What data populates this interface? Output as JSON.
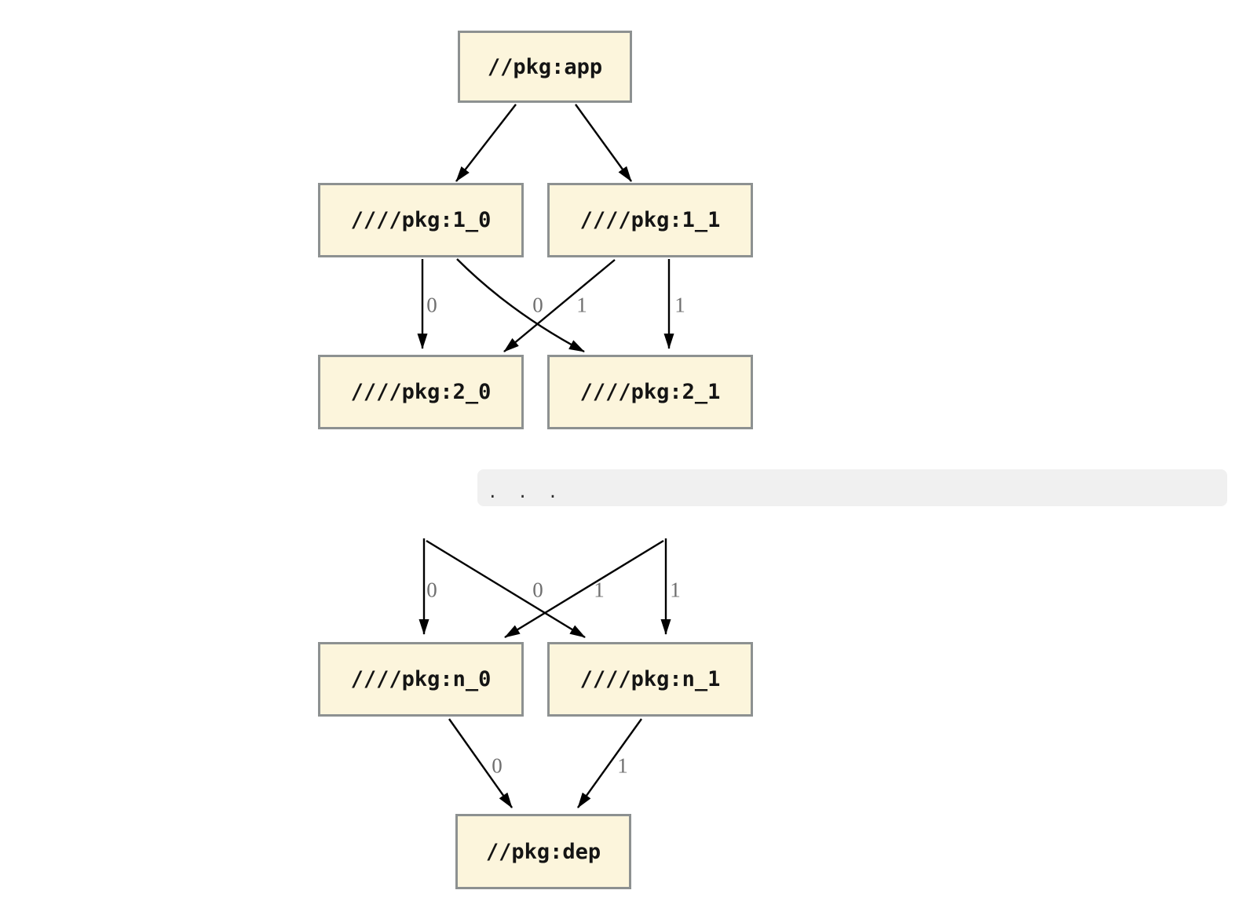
{
  "graph": {
    "nodes": [
      {
        "id": "app",
        "label": "//pkg:app"
      },
      {
        "id": "1_0",
        "label": "////pkg:1_0"
      },
      {
        "id": "1_1",
        "label": "////pkg:1_1"
      },
      {
        "id": "2_0",
        "label": "////pkg:2_0"
      },
      {
        "id": "2_1",
        "label": "////pkg:2_1"
      },
      {
        "id": "n_0",
        "label": "////pkg:n_0"
      },
      {
        "id": "n_1",
        "label": "////pkg:n_1"
      },
      {
        "id": "dep",
        "label": "//pkg:dep"
      }
    ],
    "edges": [
      {
        "from": "app",
        "to": "1_0",
        "label": ""
      },
      {
        "from": "app",
        "to": "1_1",
        "label": ""
      },
      {
        "from": "1_0",
        "to": "2_0",
        "label": "0"
      },
      {
        "from": "1_0",
        "to": "2_1",
        "label": "1"
      },
      {
        "from": "1_1",
        "to": "2_0",
        "label": "0"
      },
      {
        "from": "1_1",
        "to": "2_1",
        "label": "1"
      },
      {
        "from": "(ellipsis)",
        "to": "n_0",
        "label": "0"
      },
      {
        "from": "(ellipsis)",
        "to": "n_1",
        "label": "1"
      },
      {
        "from": "(ellipsis)",
        "to": "n_0",
        "label": "0"
      },
      {
        "from": "(ellipsis)",
        "to": "n_1",
        "label": "1"
      },
      {
        "from": "n_0",
        "to": "dep",
        "label": "0"
      },
      {
        "from": "n_1",
        "to": "dep",
        "label": "1"
      }
    ],
    "ellipsis": ". . .",
    "colors": {
      "node_fill": "#fcf5dc",
      "node_border": "#8d9191",
      "edge": "#000000",
      "edge_label": "#6f6f6f",
      "ellipsis_bar_bg": "#f0f0f0",
      "background": "#ffffff"
    }
  }
}
